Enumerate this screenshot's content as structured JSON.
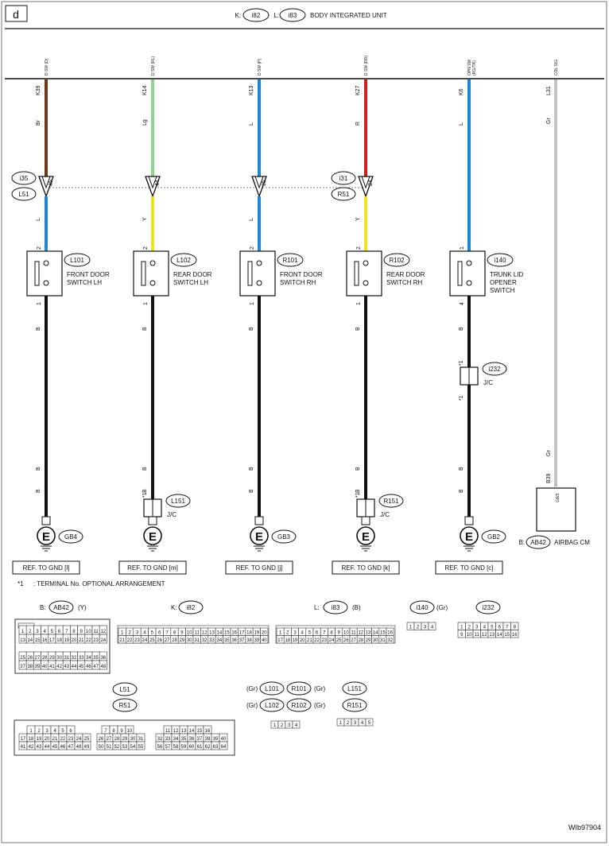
{
  "page_letter": "d",
  "header": {
    "prefix_k": "K:",
    "connector_k": "i82",
    "prefix_l": "L:",
    "connector_l": "i83",
    "title": "BODY INTEGRATED UNIT"
  },
  "channels": [
    {
      "signal": "D SW (D)",
      "terminal": "K39",
      "wire_upper": "Br",
      "upper_color": "#6b3a1a",
      "joint_a": "i35",
      "joint_b": "L51",
      "joint_pin": "45",
      "wire_lower": "L",
      "lower_color": "#1e86d4",
      "pin_in": "2",
      "switch_id": "L101",
      "switch_name": "FRONT DOOR\nSWITCH LH",
      "pin_out": "1",
      "gnd_wire_1": "B",
      "jc_id": "",
      "jc_label": "",
      "jc_pin": "",
      "gnd_wire_2": "B",
      "ground_id": "GB4",
      "ground_letter": "E",
      "ref_label": "REF. TO GND [l]"
    },
    {
      "signal": "D SW (RL)",
      "terminal": "K14",
      "wire_upper": "Lg",
      "upper_color": "#8fd48c",
      "joint_a": "",
      "joint_b": "",
      "joint_pin": "44",
      "wire_lower": "Y",
      "lower_color": "#f2e21e",
      "pin_in": "2",
      "switch_id": "L102",
      "switch_name": "REAR DOOR\nSWITCH LH",
      "pin_out": "1",
      "gnd_wire_1": "B",
      "jc_id": "L151",
      "jc_label": "J/C",
      "jc_pin": "*1",
      "gnd_wire_2": "B",
      "ground_id": "",
      "ground_letter": "E",
      "ref_label": "REF. TO GND [m]"
    },
    {
      "signal": "D SW (P)",
      "terminal": "K13",
      "wire_upper": "L",
      "upper_color": "#1e86d4",
      "joint_a": "",
      "joint_b": "",
      "joint_pin": "25",
      "wire_lower": "L",
      "lower_color": "#1e86d4",
      "pin_in": "2",
      "switch_id": "R101",
      "switch_name": "FRONT DOOR\nSWITCH RH",
      "pin_out": "1",
      "gnd_wire_1": "B",
      "jc_id": "",
      "jc_label": "",
      "jc_pin": "",
      "gnd_wire_2": "B",
      "ground_id": "GB3",
      "ground_letter": "E",
      "ref_label": "REF. TO GND [j]"
    },
    {
      "signal": "D SW (RR)",
      "terminal": "K27",
      "wire_upper": "R",
      "upper_color": "#cf1f1f",
      "joint_a": "i31",
      "joint_b": "R51",
      "joint_pin": "24",
      "wire_lower": "Y",
      "lower_color": "#f2e21e",
      "pin_in": "2",
      "switch_id": "R102",
      "switch_name": "REAR DOOR\nSWITCH RH",
      "pin_out": "1",
      "gnd_wire_1": "B",
      "jc_id": "R151",
      "jc_label": "J/C",
      "jc_pin": "*1",
      "gnd_wire_2": "B",
      "ground_id": "",
      "ground_letter": "E",
      "ref_label": "REF. TO GND [k]"
    },
    {
      "signal": "OPN SW\n(RG/TR)",
      "terminal": "K6",
      "wire_upper": "L",
      "upper_color": "#1e86d4",
      "joint_a": "",
      "joint_b": "",
      "joint_pin": "",
      "wire_lower": "",
      "lower_color": "#1e86d4",
      "pin_in": "1",
      "switch_id": "i140",
      "switch_name": "TRUNK LID\nOPENER\nSWITCH",
      "pin_out": "4",
      "gnd_wire_1": "B",
      "jc_id": "i232",
      "jc_label": "J/C",
      "jc_pin": "*1",
      "gnd_wire_2": "B",
      "ground_id": "GB2",
      "ground_letter": "E",
      "ref_label": "REF. TO GND [c]"
    },
    {
      "signal": "COL SIG",
      "terminal": "L31",
      "wire_upper": "Gr",
      "upper_color": "#c4c4c4",
      "joint_a": "",
      "joint_b": "",
      "joint_pin": "",
      "wire_lower": "Gr",
      "lower_color": "#c4c4c4",
      "pin_in": "B39",
      "switch_id": "",
      "switch_name": "",
      "pin_out": "",
      "gnd_wire_1": "",
      "jc_id": "",
      "jc_label": "",
      "jc_pin": "",
      "gnd_wire_2": "",
      "ground_id": "",
      "ground_letter": "",
      "ref_label": ""
    }
  ],
  "airbag": {
    "pin": "GW3",
    "prefix": "B:",
    "connector": "AB42",
    "name": "AIRBAG CM"
  },
  "footnote": {
    "mark": "*1",
    "text": ": TERMINAL No. OPTIONAL ARRANGEMENT"
  },
  "connectors": {
    "ab42": {
      "prefix": "B:",
      "id": "AB42",
      "color": "(Y)",
      "rows": [
        [
          "1",
          "2",
          "3",
          "4",
          "5",
          "6",
          "7",
          "8",
          "9",
          "10",
          "11",
          "12"
        ],
        [
          "13",
          "14",
          "15",
          "16",
          "17",
          "18",
          "19",
          "20",
          "21",
          "22",
          "23",
          "24"
        ],
        [
          "25",
          "26",
          "27",
          "28",
          "29",
          "30",
          "31",
          "32",
          "33",
          "34",
          "35",
          "36"
        ],
        [
          "37",
          "38",
          "39",
          "40",
          "41",
          "42",
          "43",
          "44",
          "45",
          "46",
          "47",
          "48"
        ]
      ]
    },
    "i82": {
      "prefix": "K:",
      "id": "i82",
      "rows": [
        [
          "1",
          "2",
          "3",
          "4",
          "5",
          "6",
          "7",
          "8",
          "9",
          "10",
          "11",
          "12",
          "13",
          "14",
          "15",
          "16",
          "17",
          "18",
          "19",
          "20"
        ],
        [
          "21",
          "22",
          "23",
          "24",
          "25",
          "26",
          "27",
          "28",
          "29",
          "30",
          "31",
          "32",
          "33",
          "34",
          "35",
          "36",
          "37",
          "38",
          "39",
          "40"
        ]
      ]
    },
    "i83": {
      "prefix": "L:",
      "id": "i83",
      "color": "(B)",
      "rows": [
        [
          "1",
          "2",
          "3",
          "4",
          "5",
          "6",
          "7",
          "8",
          "9",
          "10",
          "11",
          "12",
          "13",
          "14",
          "15",
          "16"
        ],
        [
          "17",
          "18",
          "19",
          "20",
          "21",
          "22",
          "23",
          "24",
          "25",
          "26",
          "27",
          "28",
          "29",
          "30",
          "31",
          "32"
        ]
      ]
    },
    "i140": {
      "id": "i140",
      "color": "(Gr)",
      "rows": [
        [
          "1",
          "2",
          "3",
          "4"
        ]
      ]
    },
    "i232": {
      "id": "i232",
      "rows": [
        [
          "1",
          "2",
          "3",
          "4",
          "5",
          "6",
          "7",
          "8"
        ],
        [
          "9",
          "10",
          "11",
          "12",
          "13",
          "14",
          "15",
          "16"
        ]
      ]
    },
    "l51_r51": {
      "id_a": "L51",
      "id_b": "R51",
      "groups": [
        {
          "rows": [
            [
              "1",
              "2",
              "3",
              "4",
              "5",
              "6"
            ],
            [
              "17",
              "18",
              "19",
              "20",
              "21",
              "22",
              "23",
              "24",
              "25"
            ],
            [
              "41",
              "42",
              "43",
              "44",
              "45",
              "46",
              "47",
              "48",
              "49"
            ]
          ]
        },
        {
          "rows": [
            [
              "7",
              "8",
              "9",
              "10"
            ],
            [
              "26",
              "27",
              "28",
              "29",
              "30",
              "31"
            ],
            [
              "50",
              "51",
              "52",
              "53",
              "54",
              "55"
            ]
          ]
        },
        {
          "rows": [
            [
              "11",
              "12",
              "13",
              "14",
              "15",
              "16"
            ],
            [
              "32",
              "33",
              "34",
              "35",
              "36",
              "37",
              "38",
              "39",
              "40"
            ],
            [
              "56",
              "57",
              "58",
              "59",
              "60",
              "61",
              "62",
              "63",
              "64"
            ]
          ]
        }
      ]
    },
    "l101_group": {
      "ids": [
        "L101",
        "R101",
        "L102",
        "R102"
      ],
      "colors": [
        "(Gr)",
        "(Gr)",
        "(Gr)",
        "(Gr)"
      ],
      "rows": [
        [
          "1",
          "2",
          "3",
          "4"
        ]
      ]
    },
    "l151_group": {
      "ids": [
        "L151",
        "R151"
      ],
      "rows": [
        [
          "1",
          "2",
          "3",
          "4",
          "5"
        ]
      ]
    }
  },
  "figure_id": "WIb97904"
}
